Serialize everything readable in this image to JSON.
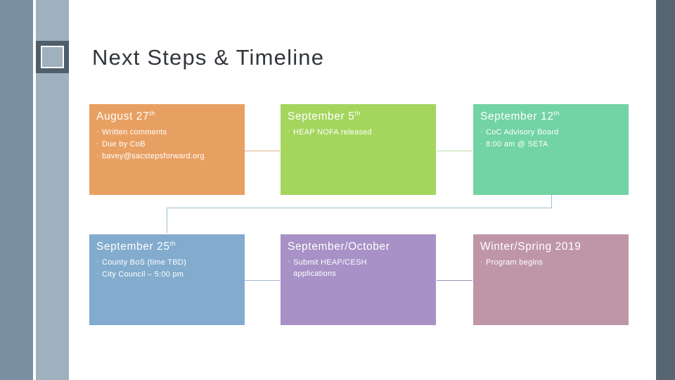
{
  "slide": {
    "title": "Next Steps & Timeline",
    "background": "#ffffff",
    "title_color": "#31363b"
  },
  "decorations": {
    "left_bar_dark_color": "#7b8fa3",
    "left_bar_light_color": "#9fb0bf",
    "left_square_frame_color": "#4f5e6b",
    "right_bar_color": "#56656f"
  },
  "timeline": {
    "cards": [
      {
        "id": "august-27",
        "title": "August 27",
        "title_sup": "th",
        "color": "#e8a062",
        "items": [
          "Written comments",
          "Due by CoB",
          "bavey@sacstepsforward.org"
        ]
      },
      {
        "id": "september-5",
        "title": "September 5",
        "title_sup": "th",
        "color": "#a4d65e",
        "items": [
          "HEAP NOFA released"
        ]
      },
      {
        "id": "september-12",
        "title": "September 12",
        "title_sup": "th",
        "color": "#72d3a4",
        "items": [
          "CoC Advisory Board",
          "8:00 am @ SETA"
        ]
      },
      {
        "id": "september-25",
        "title": "September 25",
        "title_sup": "th",
        "color": "#82abcd",
        "items": [
          "County BoS (time TBD)",
          "City Council – 5:00 pm"
        ]
      },
      {
        "id": "september-october",
        "title": "September/October",
        "title_sup": "",
        "color": "#a791c6",
        "items": [
          "Submit HEAP/CESH applications"
        ]
      },
      {
        "id": "winter-spring-2019",
        "title": "Winter/Spring 2019",
        "title_sup": "",
        "color": "#bf96a8",
        "items": [
          "Program begins"
        ]
      }
    ],
    "connectors": [
      {
        "id": "august27-to-september5",
        "color": "#d9b38c"
      },
      {
        "id": "september5-to-september12",
        "color": "#b7d9a0"
      },
      {
        "id": "september12-to-september25",
        "color": "#9dbecd"
      },
      {
        "id": "september25-to-september-october",
        "color": "#9fb6cc"
      },
      {
        "id": "september-october-to-winter-spring",
        "color": "#9d8fb5"
      }
    ]
  }
}
